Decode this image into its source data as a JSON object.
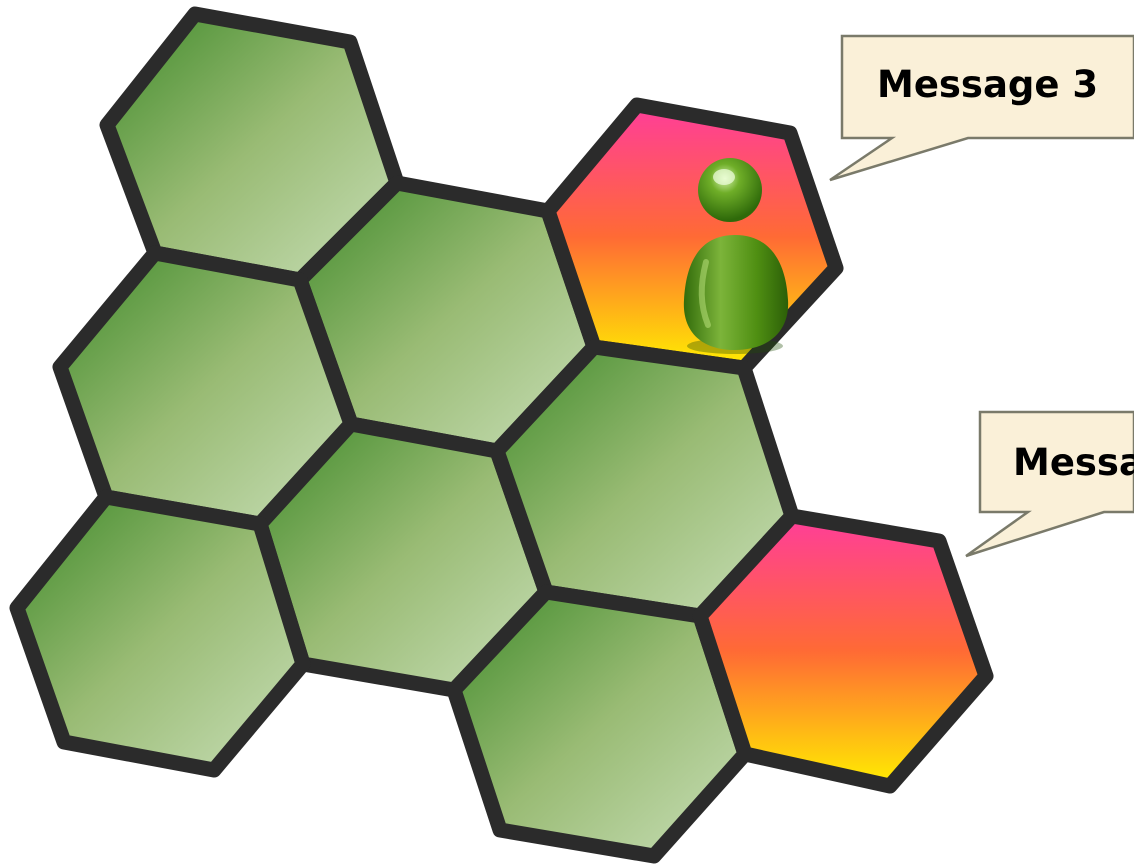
{
  "callouts": [
    {
      "id": "message-3",
      "text": "Message 3"
    },
    {
      "id": "message-partial",
      "text": "Messa"
    }
  ],
  "colors": {
    "hex_stroke": "#2b2b2b",
    "green_dark": "#3f8a2a",
    "green_light": "#c9dfb8",
    "highlight_top": "#ff3d9a",
    "highlight_mid": "#ff6a35",
    "highlight_bottom": "#ffee00",
    "callout_fill": "#faf0d8",
    "callout_stroke": "#7a7a6a",
    "figure_green": "#4f8f12"
  },
  "hexagons": [
    {
      "id": "hex-1",
      "style": "green"
    },
    {
      "id": "hex-2",
      "style": "green"
    },
    {
      "id": "hex-3",
      "style": "highlight"
    },
    {
      "id": "hex-4",
      "style": "green"
    },
    {
      "id": "hex-5",
      "style": "green"
    },
    {
      "id": "hex-6",
      "style": "green"
    },
    {
      "id": "hex-7",
      "style": "green"
    },
    {
      "id": "hex-8",
      "style": "green"
    },
    {
      "id": "hex-9",
      "style": "green"
    },
    {
      "id": "hex-10",
      "style": "highlight"
    }
  ],
  "icons": {
    "player": "person-figure-icon"
  }
}
